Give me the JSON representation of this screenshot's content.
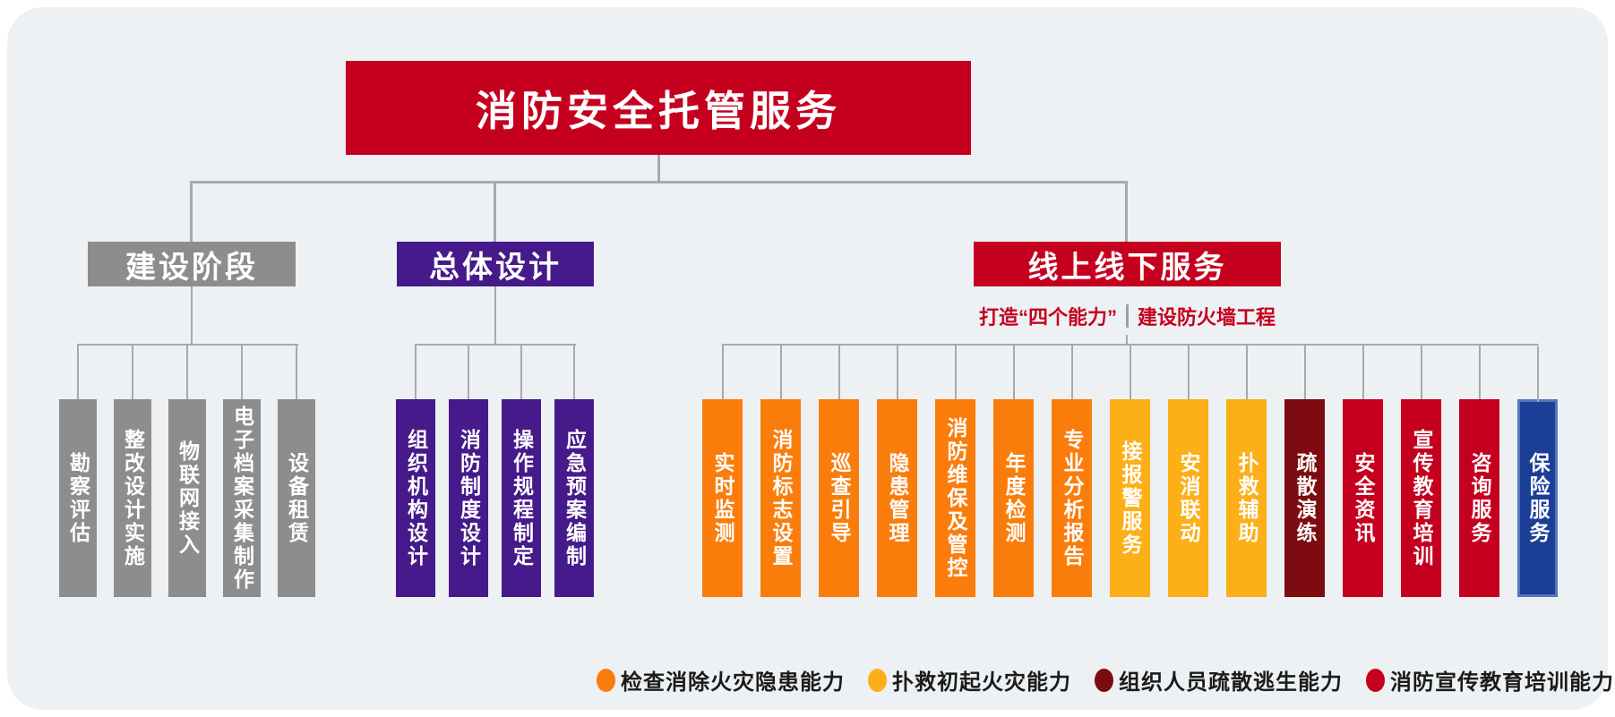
{
  "title": "消防安全托管服务",
  "groups": [
    {
      "label": "建设阶段",
      "color": "#8d8d8d",
      "children": [
        {
          "label": "勘察评估",
          "color": "#8d8d8d"
        },
        {
          "label": "整改设计实施",
          "color": "#8d8d8d"
        },
        {
          "label": "物联网接入",
          "color": "#8d8d8d"
        },
        {
          "label": "电子档案采集制作",
          "color": "#8d8d8d"
        },
        {
          "label": "设备租赁",
          "color": "#8d8d8d"
        }
      ]
    },
    {
      "label": "总体设计",
      "color": "#461a8a",
      "children": [
        {
          "label": "组织机构设计",
          "color": "#461a8a"
        },
        {
          "label": "消防制度设计",
          "color": "#461a8a"
        },
        {
          "label": "操作规程制定",
          "color": "#461a8a"
        },
        {
          "label": "应急预案编制",
          "color": "#461a8a"
        }
      ]
    },
    {
      "label": "线上线下服务",
      "color": "#c5001f",
      "subtitle": {
        "left": "打造“四个能力”",
        "right": "建设防火墙工程"
      },
      "children": [
        {
          "label": "实时监测",
          "color": "#fa7d0c"
        },
        {
          "label": "消防标志设置",
          "color": "#fa7d0c"
        },
        {
          "label": "巡查引导",
          "color": "#fa7d0c"
        },
        {
          "label": "隐患管理",
          "color": "#fa7d0c"
        },
        {
          "label": "消防维保及管控",
          "color": "#fa7d0c"
        },
        {
          "label": "年度检测",
          "color": "#fa7d0c"
        },
        {
          "label": "专业分析报告",
          "color": "#fa7d0c"
        },
        {
          "label": "接报警服务",
          "color": "#fcaf17"
        },
        {
          "label": "安消联动",
          "color": "#fcaf17"
        },
        {
          "label": "扑救辅助",
          "color": "#fcaf17"
        },
        {
          "label": "疏散演练",
          "color": "#7d0b10"
        },
        {
          "label": "安全资讯",
          "color": "#c5001f"
        },
        {
          "label": "宣传教育培训",
          "color": "#c5001f"
        },
        {
          "label": "咨询服务",
          "color": "#c5001f"
        },
        {
          "label": "保险服务",
          "color": "#1b3f97"
        }
      ]
    }
  ],
  "legend": [
    {
      "label": "检查消除火灾隐患能力",
      "color": "#fa7d0c"
    },
    {
      "label": "扑救初起火灾能力",
      "color": "#fcaf17"
    },
    {
      "label": "组织人员疏散逃生能力",
      "color": "#7d0b10"
    },
    {
      "label": "消防宣传教育培训能力",
      "color": "#c5001f"
    }
  ],
  "colors": {
    "panel_bg": "#edf1f4",
    "connector": "#a9a9a9",
    "primary_red": "#c5001f"
  }
}
